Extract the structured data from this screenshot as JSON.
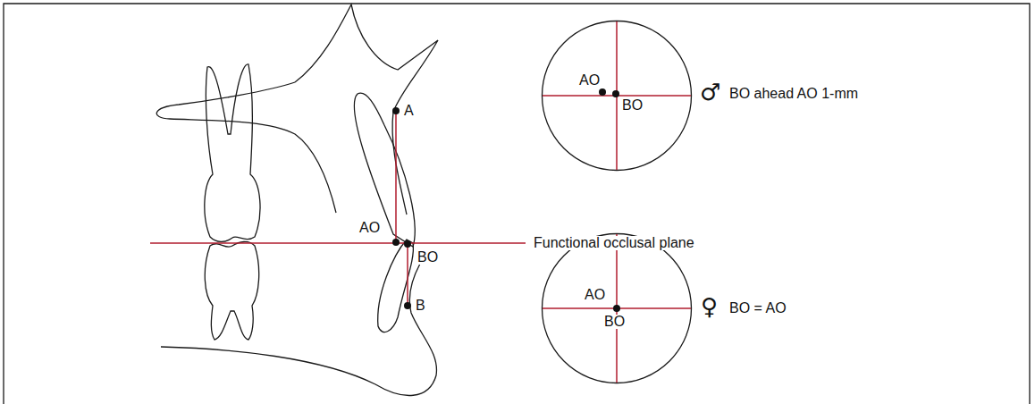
{
  "diagram": {
    "nodes": [
      {
        "text": [
          "AO",
          "BO"
        ]
      },
      {
        "text": [
          "AO",
          "BO"
        ]
      }
    ],
    "labels": [
      "A",
      "AO",
      "BO",
      "B",
      "Functional occlusal plane",
      "♂",
      "BO ahead AO 1-mm",
      "♀",
      "BO = AO"
    ]
  }
}
